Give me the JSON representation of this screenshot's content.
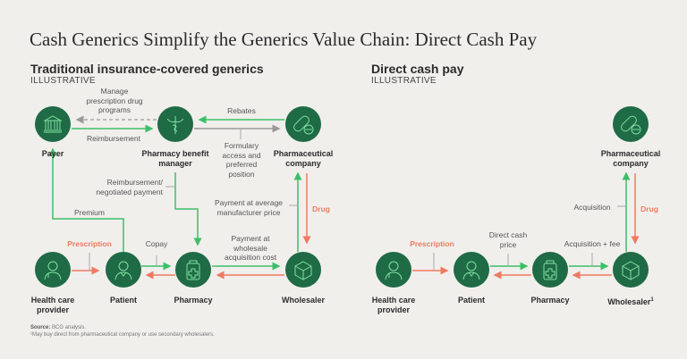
{
  "title": "Cash Generics Simplify the Generics Value Chain: Direct Cash Pay",
  "left": {
    "heading": "Traditional insurance-covered generics",
    "sub": "ILLUSTRATIVE",
    "nodes": {
      "payer": "Payer",
      "pbm": "Pharmacy benefit manager",
      "pharma": "Pharmaceutical company",
      "hcp": "Health care provider",
      "patient": "Patient",
      "pharmacy": "Pharmacy",
      "wholesaler": "Wholesaler"
    },
    "edges": {
      "manage": "Manage prescription drug programs",
      "reimbursement": "Reimbursement",
      "rebates": "Rebates",
      "formulary": "Formulary access and preferred position",
      "reimb_neg": "Reimbursement/ negotiated payment",
      "premium": "Premium",
      "payment_avg": "Payment at average manufacturer price",
      "drug": "Drug",
      "prescription": "Prescription",
      "copay": "Copay",
      "payment_wac": "Payment at wholesale acquisition cost"
    }
  },
  "right": {
    "heading": "Direct cash pay",
    "sub": "ILLUSTRATIVE",
    "nodes": {
      "pharma": "Pharmaceutical company",
      "hcp": "Health care provider",
      "patient": "Patient",
      "pharmacy": "Pharmacy",
      "wholesaler": "Wholesaler",
      "wholesaler_sup": "1"
    },
    "edges": {
      "acquisition": "Acquisition",
      "drug": "Drug",
      "prescription": "Prescription",
      "direct_cash": "Direct cash price",
      "acq_fee": "Acquisition + fee"
    }
  },
  "footer": {
    "source_label": "Source:",
    "source": "BCG analysis.",
    "note": "¹May buy direct from pharmaceutical company or use secondary wholesalers."
  },
  "colors": {
    "node": "#1f6b46",
    "green": "#3dbf6a",
    "orange": "#ef7a63",
    "gray": "#9a9a9a",
    "background": "#f1efec"
  }
}
